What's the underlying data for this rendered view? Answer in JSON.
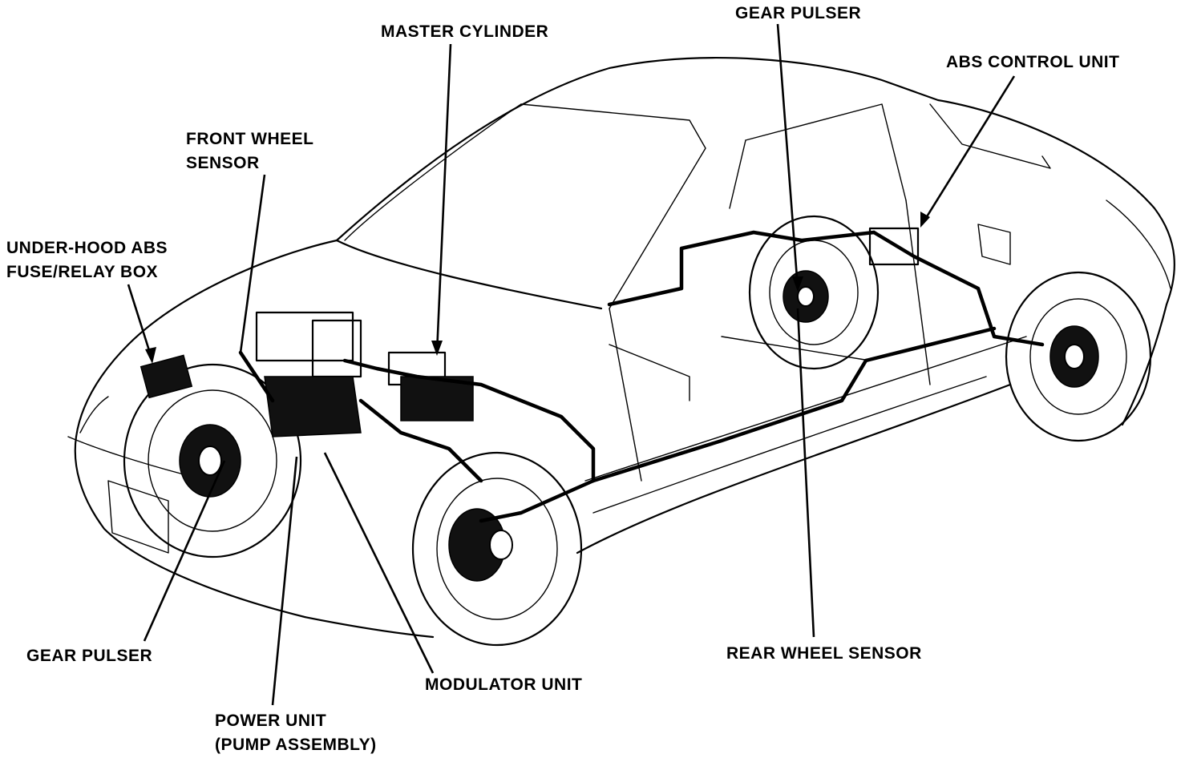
{
  "labels": {
    "gear_pulser_top": "GEAR PULSER",
    "master_cylinder": "MASTER CYLINDER",
    "abs_control_unit": "ABS CONTROL UNIT",
    "front_wheel_sensor_1": "FRONT WHEEL",
    "front_wheel_sensor_2": "SENSOR",
    "fuse_relay_1": "UNDER-HOOD ABS",
    "fuse_relay_2": "FUSE/RELAY BOX",
    "gear_pulser_bottom": "GEAR PULSER",
    "modulator_unit": "MODULATOR UNIT",
    "rear_wheel_sensor": "REAR WHEEL SENSOR",
    "power_unit_1": "POWER UNIT",
    "power_unit_2": "(PUMP ASSEMBLY)"
  },
  "colors": {
    "ink": "#000000",
    "paper": "#ffffff"
  }
}
